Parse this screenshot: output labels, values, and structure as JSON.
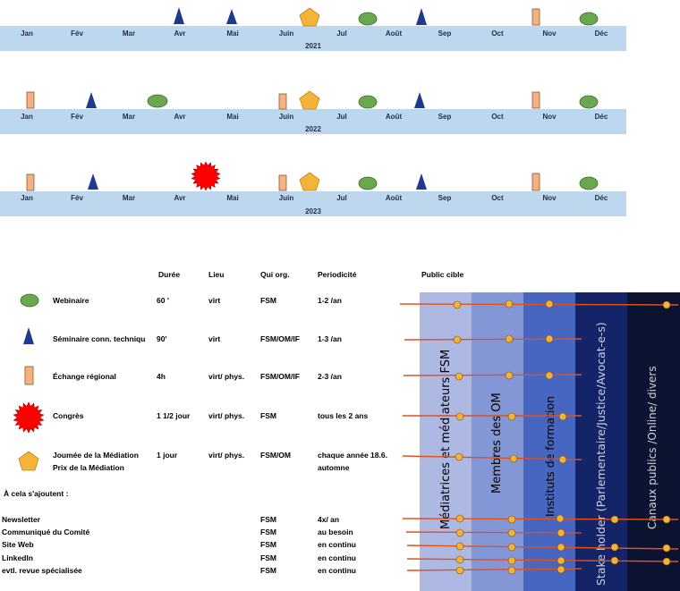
{
  "timelines": [
    {
      "year": "2021",
      "months": [
        "Jan",
        "Fév",
        "Mar",
        "Avr",
        "Mai",
        "Juin",
        "Jul",
        "Août",
        "Sep",
        "Oct",
        "Nov",
        "Déc"
      ]
    },
    {
      "year": "2022",
      "months": [
        "Jan",
        "Fév",
        "Mar",
        "Avr",
        "Mai",
        "Juin",
        "Jul",
        "Août",
        "Sep",
        "Oct",
        "Nov",
        "Déc"
      ]
    },
    {
      "year": "2023",
      "months": [
        "Jan",
        "Fév",
        "Mar",
        "Avr",
        "Mai",
        "Juin",
        "Jul",
        "Août",
        "Sep",
        "Oct",
        "Nov",
        "Déc"
      ]
    }
  ],
  "event_types": {
    "webinar": {
      "shape": "ellipse",
      "color": "#6aa84f"
    },
    "seminar": {
      "shape": "triangle",
      "color": "#1f3a8a"
    },
    "exchange": {
      "shape": "rectangle",
      "color": "#f4b183"
    },
    "congress": {
      "shape": "starburst",
      "color": "#ff0000"
    },
    "day": {
      "shape": "pentagon",
      "color": "#f6b33a"
    }
  },
  "table": {
    "headers": {
      "duration": "Durée",
      "place": "Lieu",
      "organizer": "Qui org.",
      "frequency": "Periodicité",
      "audience": "Public cible"
    },
    "rows": [
      {
        "label": "Webinaire",
        "duration": "60 '",
        "place": "virt",
        "organizer": "FSM",
        "frequency": "1-2 /an"
      },
      {
        "label": "Séminaire conn. techniqu",
        "duration": "90'",
        "place": "virt",
        "organizer": "FSM/OM/IF",
        "frequency": "1-3 /an"
      },
      {
        "label": "Échange régional",
        "duration": "4h",
        "place": "virt/ phys.",
        "organizer": "FSM/OM/IF",
        "frequency": "2-3 /an"
      },
      {
        "label": "Congrès",
        "duration": "1 1/2 jour",
        "place": "virt/ phys.",
        "organizer": "FSM",
        "frequency": "tous les 2 ans"
      },
      {
        "label": "Joumée de la Médiation",
        "label2": "Prix de la Médiation",
        "duration": "1 jour",
        "place": "virt/ phys.",
        "organizer": "FSM/OM",
        "frequency": "chaque année 18.6.",
        "frequency2": "automne"
      }
    ],
    "additional_heading": "À cela s'ajoutent :",
    "additional": [
      {
        "label": "Newsletter",
        "organizer": "FSM",
        "frequency": "4x/ an"
      },
      {
        "label": "Communiqué du Comité",
        "organizer": "FSM",
        "frequency": "au besoin"
      },
      {
        "label": "Site Web",
        "organizer": "FSM",
        "frequency": "en continu"
      },
      {
        "label": "LinkedIn",
        "organizer": "FSM",
        "frequency": "en continu"
      },
      {
        "label": "evtl. revue spécialisée",
        "organizer": "FSM",
        "frequency": "en continu"
      }
    ]
  },
  "audience_columns": [
    {
      "title": "Médiatrices et médiateurs FSM",
      "color": "#adb9e3",
      "text_color": "#000000"
    },
    {
      "title": "Membres des OM",
      "color": "#8397d6",
      "text_color": "#000000"
    },
    {
      "title": "Instituts de formation",
      "color": "#4766c1",
      "text_color": "#000000"
    },
    {
      "title": "Stake holder (Parlementaire/Justice/Avocat-e-s)",
      "color": "#142466",
      "text_color": "#e0e0e0"
    },
    {
      "title": "Canaux publics /Online/ divers",
      "color": "#0c1330",
      "text_color": "#e0e0e0"
    }
  ],
  "colors": {
    "timeline": "#bdd7ee",
    "line": "#e2501c",
    "dot": "#f6b33a"
  }
}
